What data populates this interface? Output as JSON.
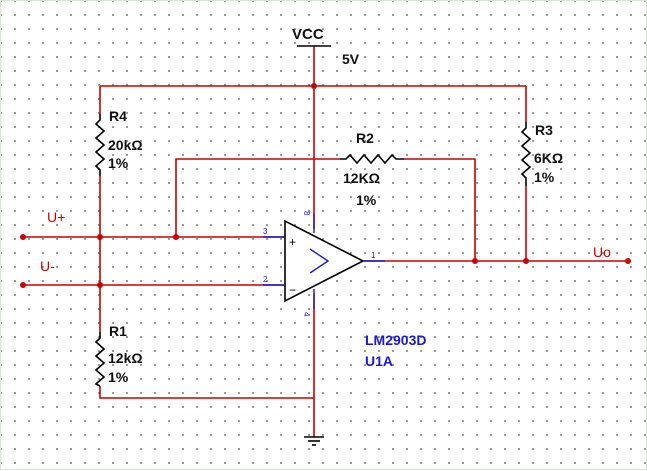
{
  "supply": {
    "name": "VCC",
    "value": "5V"
  },
  "inputs": {
    "positive": "U+",
    "negative": "U-"
  },
  "output": "Uo",
  "resistors": {
    "r4": {
      "name": "R4",
      "value": "20kΩ",
      "tolerance": "1%"
    },
    "r2": {
      "name": "R2",
      "value": "12KΩ",
      "tolerance": "1%"
    },
    "r3": {
      "name": "R3",
      "value": "6KΩ",
      "tolerance": "1%"
    },
    "r1": {
      "name": "R1",
      "value": "12kΩ",
      "tolerance": "1%"
    }
  },
  "opamp": {
    "part": "LM2903D",
    "ref": "U1A",
    "pins": {
      "in_plus": "3",
      "in_minus": "2",
      "out": "1",
      "vcc": "8",
      "gnd": "4"
    },
    "plus_sign": "+",
    "minus_sign": "−",
    "symbol": ">"
  },
  "colors": {
    "wire": "#cc0000",
    "component": "#000000",
    "ic": "#1a1ad0"
  }
}
